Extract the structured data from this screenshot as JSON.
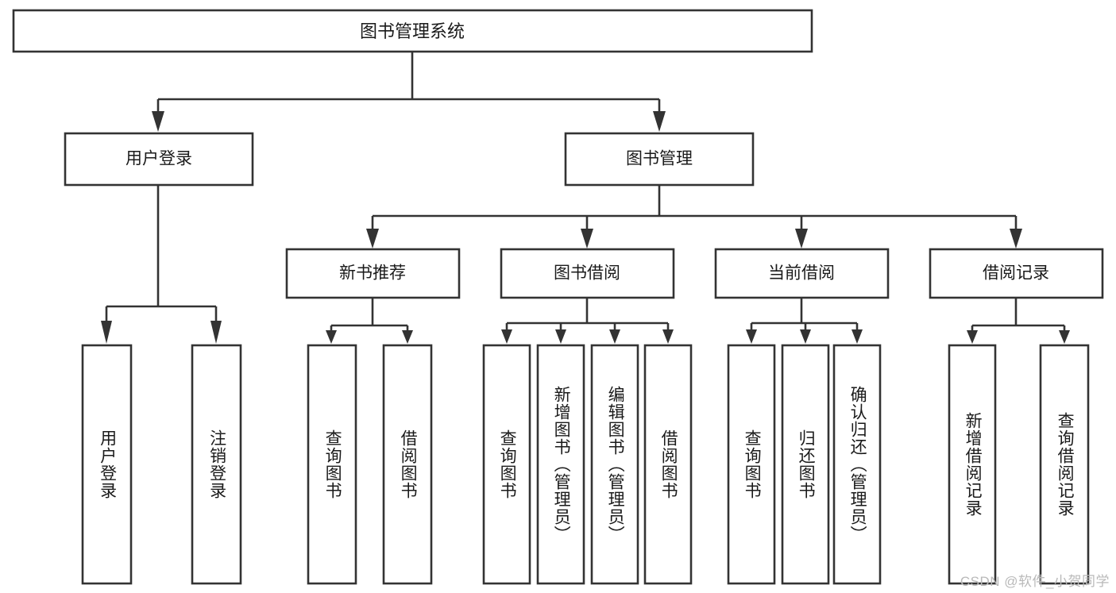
{
  "diagram": {
    "type": "tree-hierarchy-function-chart",
    "title": "图书管理系统",
    "orientation": "top-down",
    "colors": {
      "box_stroke": "#333333",
      "box_fill": "#ffffff",
      "connector": "#333333",
      "background": "#ffffff",
      "watermark": "#b9b9b9"
    },
    "root": {
      "id": "root",
      "label": "图书管理系统",
      "level": 0
    },
    "level1": [
      {
        "id": "user-login",
        "label": "用户登录",
        "level": 1
      },
      {
        "id": "book-manage",
        "label": "图书管理",
        "level": 1
      }
    ],
    "level2": [
      {
        "id": "new-book-recommend",
        "label": "新书推荐",
        "level": 2,
        "parent": "book-manage"
      },
      {
        "id": "book-borrow",
        "label": "图书借阅",
        "level": 2,
        "parent": "book-manage"
      },
      {
        "id": "current-borrow",
        "label": "当前借阅",
        "level": 2,
        "parent": "book-manage"
      },
      {
        "id": "borrow-record",
        "label": "借阅记录",
        "level": 2,
        "parent": "book-manage"
      }
    ],
    "leaves": [
      {
        "id": "leaf-user-login",
        "label": "用户登录",
        "parent": "user-login"
      },
      {
        "id": "leaf-user-logout",
        "label": "注销登录",
        "parent": "user-login"
      },
      {
        "id": "leaf-query-book-1",
        "label": "查询图书",
        "parent": "new-book-recommend"
      },
      {
        "id": "leaf-borrow-book-1",
        "label": "借阅图书",
        "parent": "new-book-recommend"
      },
      {
        "id": "leaf-query-book-2",
        "label": "查询图书",
        "parent": "book-borrow"
      },
      {
        "id": "leaf-add-book",
        "label": "新增图书（管理员）",
        "parent": "book-borrow"
      },
      {
        "id": "leaf-edit-book",
        "label": "编辑图书（管理员）",
        "parent": "book-borrow"
      },
      {
        "id": "leaf-borrow-book-2",
        "label": "借阅图书",
        "parent": "book-borrow"
      },
      {
        "id": "leaf-query-book-3",
        "label": "查询图书",
        "parent": "current-borrow"
      },
      {
        "id": "leaf-return-book",
        "label": "归还图书",
        "parent": "current-borrow"
      },
      {
        "id": "leaf-confirm-return",
        "label": "确认归还（管理员）",
        "parent": "current-borrow"
      },
      {
        "id": "leaf-add-record",
        "label": "新增借阅记录",
        "parent": "borrow-record"
      },
      {
        "id": "leaf-query-record",
        "label": "查询借阅记录",
        "parent": "borrow-record"
      }
    ],
    "watermark": "CSDN @软件_小贺同学"
  }
}
